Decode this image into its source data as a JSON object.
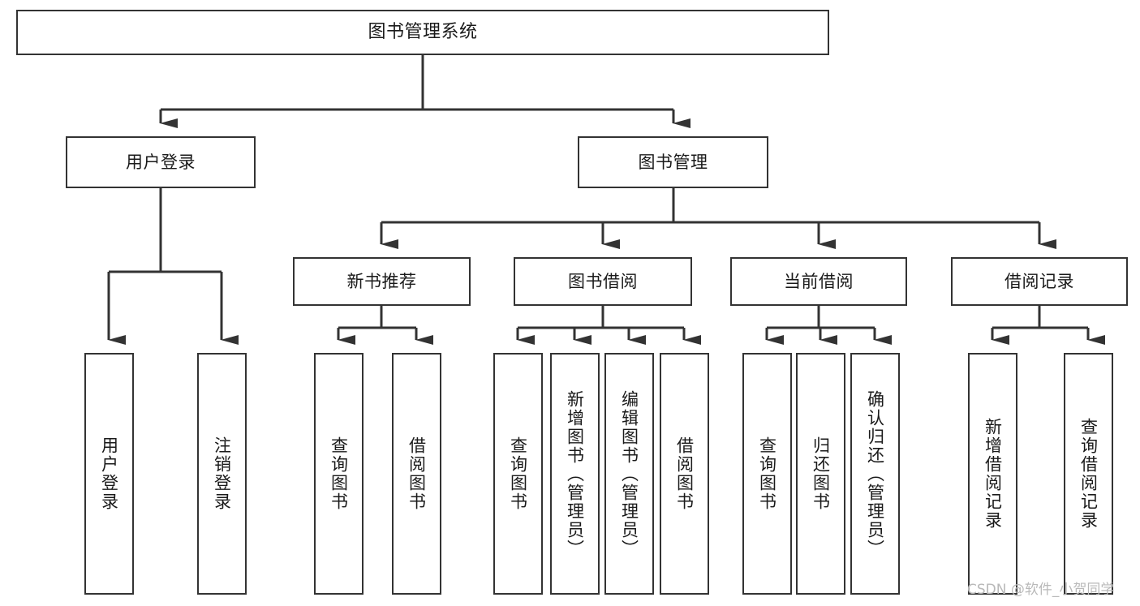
{
  "diagram": {
    "type": "tree-hierarchy-chart",
    "title": "图书管理系统",
    "line_color": "#333333",
    "box_fill": "#ffffff",
    "text_color": "#1a1a1a",
    "watermark": "CSDN @软件_小贺同学"
  },
  "nodes": {
    "root": {
      "label": "图书管理系统"
    },
    "level1": [
      {
        "id": "user-login",
        "label": "用户登录"
      },
      {
        "id": "book-management",
        "label": "图书管理"
      }
    ],
    "level2": [
      {
        "id": "new-book-recommend",
        "label": "新书推荐"
      },
      {
        "id": "book-borrow",
        "label": "图书借阅"
      },
      {
        "id": "current-borrow",
        "label": "当前借阅"
      },
      {
        "id": "borrow-record",
        "label": "借阅记录"
      }
    ],
    "leaves": {
      "user_login": [
        {
          "id": "leaf-user-login",
          "label": "用户登录"
        },
        {
          "id": "leaf-logout-login",
          "label": "注销登录"
        }
      ],
      "new_book_recommend": [
        {
          "id": "leaf-query-book-1",
          "label": "查询图书"
        },
        {
          "id": "leaf-borrow-book-1",
          "label": "借阅图书"
        }
      ],
      "book_borrow": [
        {
          "id": "leaf-query-book-2",
          "label": "查询图书"
        },
        {
          "id": "leaf-add-book",
          "label": "新增图书（管理员）"
        },
        {
          "id": "leaf-edit-book",
          "label": "编辑图书（管理员）"
        },
        {
          "id": "leaf-borrow-book-2",
          "label": "借阅图书"
        }
      ],
      "current_borrow": [
        {
          "id": "leaf-query-book-3",
          "label": "查询图书"
        },
        {
          "id": "leaf-return-book",
          "label": "归还图书"
        },
        {
          "id": "leaf-confirm-return",
          "label": "确认归还（管理员）"
        }
      ],
      "borrow_record": [
        {
          "id": "leaf-add-record",
          "label": "新增借阅记录"
        },
        {
          "id": "leaf-query-record",
          "label": "查询借阅记录"
        }
      ]
    }
  }
}
